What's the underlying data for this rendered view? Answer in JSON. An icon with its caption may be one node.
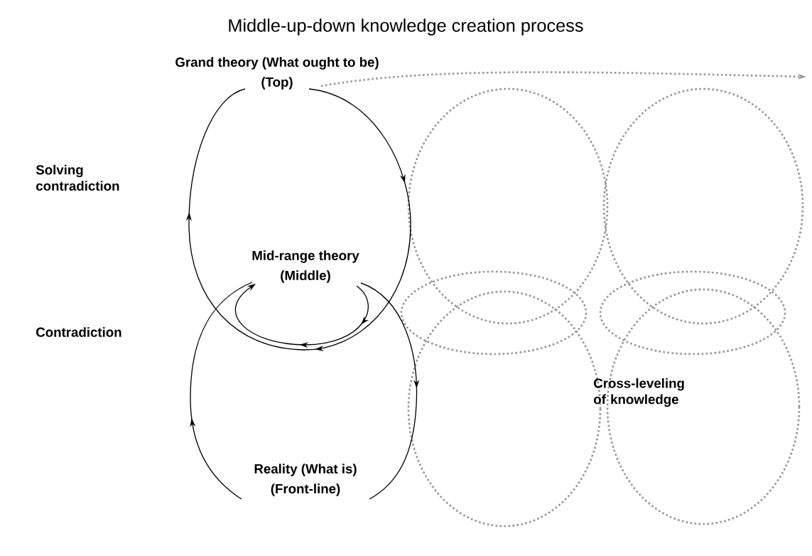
{
  "diagram": {
    "title": "Middle-up-down knowledge creation process",
    "nodes": [
      {
        "text": [
          "Grand theory (What ought to be)",
          "(Top)"
        ]
      },
      {
        "text": [
          "Mid-range theory",
          "(Middle)"
        ]
      },
      {
        "text": [
          "Reality (What is)",
          "(Front-line)"
        ]
      }
    ],
    "edges": [
      {
        "from": 0,
        "to": 0,
        "arrow": "to"
      },
      {
        "from": 1,
        "to": 2,
        "arrow": "to"
      },
      {
        "from": 2,
        "to": 1,
        "arrow": "to"
      },
      {
        "from": 1,
        "to": 1,
        "arrow": "to"
      },
      {
        "from": 0,
        "to": null,
        "arrow": "to",
        "style": "dashed",
        "color": "#999999"
      }
    ],
    "labels": [
      "Solving contradiction",
      "Contradiction",
      "Cross-leveling of knowledge"
    ]
  }
}
